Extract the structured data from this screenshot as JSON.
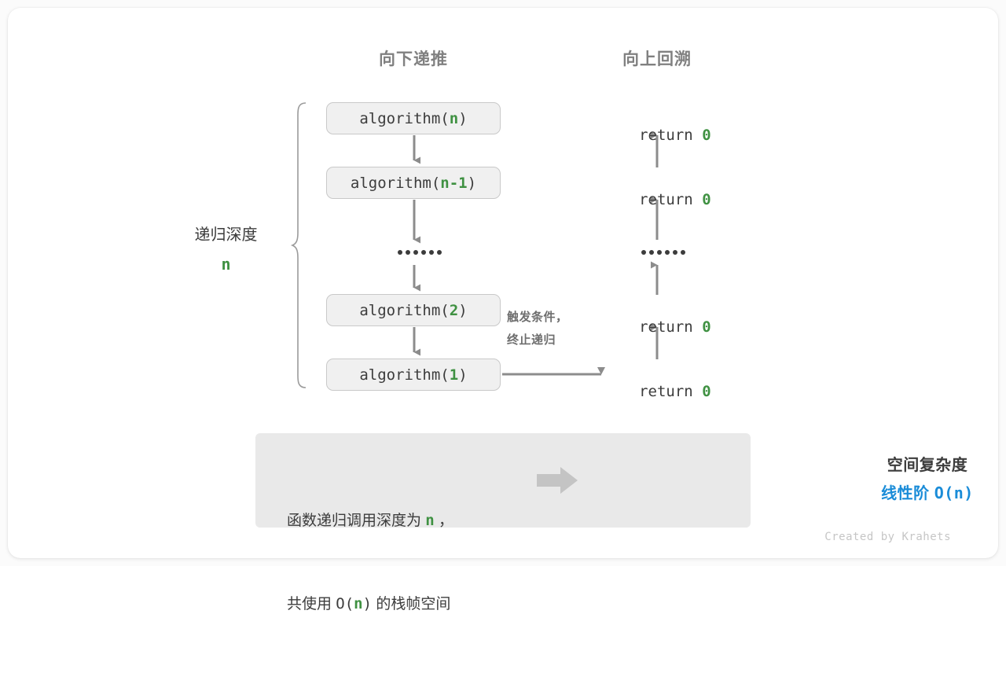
{
  "headers": {
    "down": "向下递推",
    "up": "向上回溯"
  },
  "depth": {
    "label": "递归深度",
    "value": "n"
  },
  "calls": [
    {
      "name": "algorithm(",
      "arg": "n",
      "close": ")"
    },
    {
      "name": "algorithm(",
      "arg": "n-1",
      "close": ")"
    },
    {
      "name": "algorithm(",
      "arg": "2",
      "close": ")"
    },
    {
      "name": "algorithm(",
      "arg": "1",
      "close": ")"
    }
  ],
  "returns": [
    {
      "keyword": "return ",
      "value": "0"
    },
    {
      "keyword": "return ",
      "value": "0"
    },
    {
      "keyword": "return ",
      "value": "0"
    },
    {
      "keyword": "return ",
      "value": "0"
    }
  ],
  "ellipsis": {
    "dot_count": 6
  },
  "trigger_note": {
    "line1": "触发条件，",
    "line2": "终止递归"
  },
  "summary": {
    "left_line1_a": "函数递归调用深度为 ",
    "left_line1_n": "n",
    "left_line1_b": " ，",
    "left_line2_a": "共使用 ",
    "left_line2_o": "O(",
    "left_line2_n": "n",
    "left_line2_c": ")",
    "left_line2_b": " 的栈帧空间",
    "arrow_icon": "right-block-arrow-icon",
    "right_title": "空间复杂度",
    "right_value_text": "线性阶 ",
    "right_value_mono": "O(n)"
  },
  "credit": "Created by Krahets",
  "colors": {
    "accent_green": "#3f9142",
    "accent_blue": "#1a8cd8",
    "text_dark": "#3c3c3c",
    "text_muted": "#808080",
    "box_fill": "#f0f0f0",
    "box_border": "#c9c9c9",
    "panel_fill": "#e9e9e9",
    "wire": "#8c8c8c",
    "brace": "#9b9b9b"
  }
}
